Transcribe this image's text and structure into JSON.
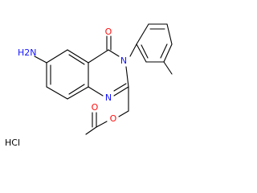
{
  "structure": {
    "atoms": {
      "amine": "H2N",
      "carbonyl_oxygen": "O",
      "ring_nitrogen_3": "N",
      "ring_nitrogen_1": "N",
      "ester_oxygen": "O",
      "acetyl_oxygen": "O"
    },
    "salt": "HCl"
  },
  "colors": {
    "bond": "#000000",
    "nitrogen": "#1414ff",
    "oxygen": "#ff0d0d",
    "salt": "#000000"
  }
}
